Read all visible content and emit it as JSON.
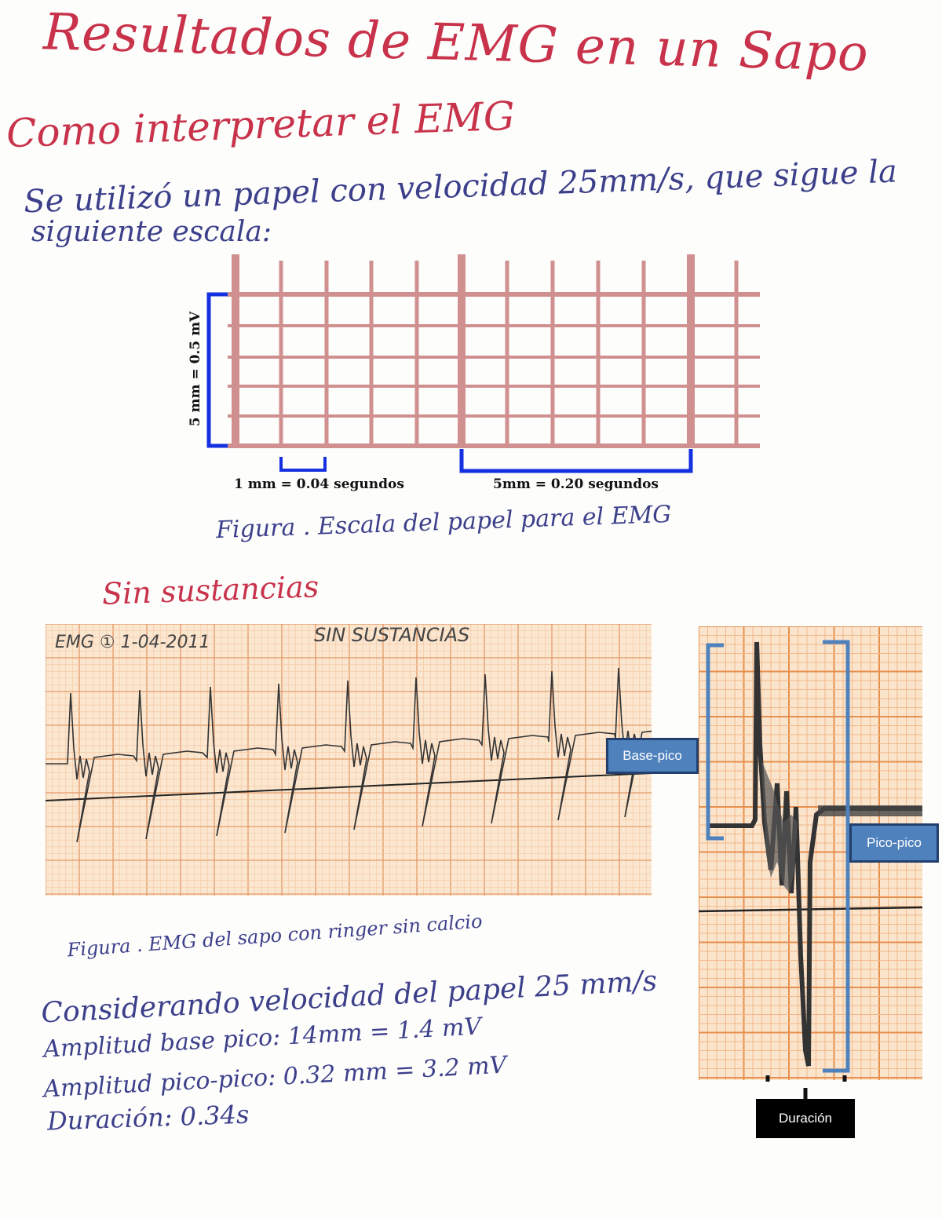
{
  "header": {
    "title": "Resultados de EMG en un Sapo",
    "subtitle": "Como interpretar el EMG",
    "intro_line1": "Se utilizó un papel con velocidad 25mm/s, que sigue la",
    "intro_line2": "siguiente escala:"
  },
  "scale_figure": {
    "vertical_label": "5 mm = 0.5 mV",
    "label_small": "1 mm = 0.04 segundos",
    "label_large": "5mm = 0.20 segundos",
    "caption": "Figura   . Escala del papel para el EMG"
  },
  "section_title": "Sin sustancias",
  "emg_strip": {
    "header_left": "EMG ① 1-04-2011",
    "header_right": "SIN SUSTANCIAS",
    "caption": "Figura   . EMG del sapo con ringer sin calcio"
  },
  "callouts": {
    "base_pico": "Base-pico",
    "pico_pico": "Pico-pico",
    "duracion": "Duración"
  },
  "results": {
    "line1": "Considerando velocidad del papel 25 mm/s",
    "line2": "Amplitud base pico: 14mm = 1.4 mV",
    "line3": "Amplitud pico-pico: 0.32 mm = 3.2 mV",
    "line4": "Duración: 0.34s"
  },
  "colors": {
    "grid_pink": "#d09090",
    "bracket_blue": "#1530e0",
    "ink_red": "#c8324a",
    "ink_blue": "#3c3f8a",
    "callout_blue": "#4f81bd",
    "paper_orange": "#f0a870"
  }
}
